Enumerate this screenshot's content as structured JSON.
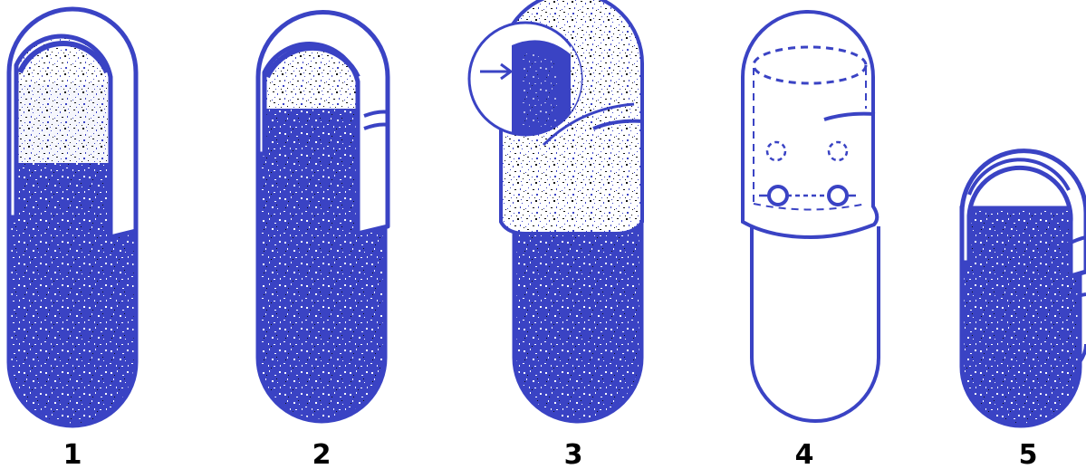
{
  "figure": {
    "palette": {
      "blue": "#3a43c4",
      "blue_dark": "#2a2fae",
      "speckle": "#ffffff",
      "speckle_dark": "#111111",
      "background": "#ffffff",
      "label": "#000000"
    },
    "capsules": [
      {
        "label": "1",
        "state": "cap-partially-fitted"
      },
      {
        "label": "2",
        "state": "cap-fitted-with-notch"
      },
      {
        "label": "3",
        "state": "cap-closed-detail-magnified"
      },
      {
        "label": "4",
        "state": "outline-with-locking-dimples"
      },
      {
        "label": "5",
        "state": "short-capsule-cropped"
      }
    ],
    "icons": {
      "arrow": "arrow-right-icon",
      "magnifier": "magnifier-circle-icon"
    }
  }
}
